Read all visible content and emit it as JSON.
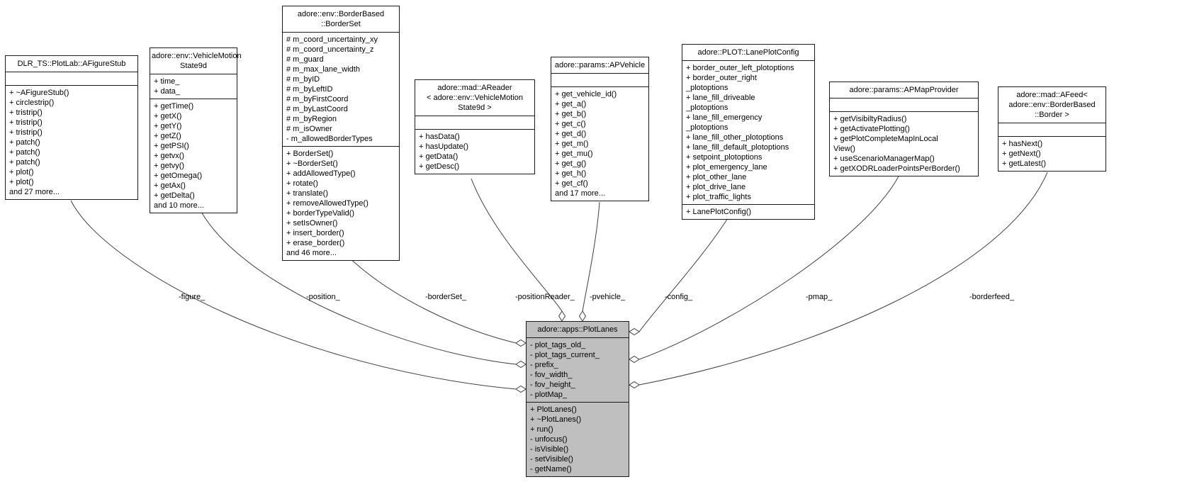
{
  "diagram": {
    "type": "uml-collaboration-diagram",
    "background_color": "#ffffff",
    "node_fill": "#ffffff",
    "node_border_color": "#1a1a1a",
    "highlight_node_fill": "#bfbfbf",
    "edge_color": "#404040"
  },
  "classes": [
    {
      "title": "DLR_TS::PlotLab::AFigureStub",
      "attributes": [],
      "methods": [
        "+ ~AFigureStub()",
        "+ circlestrip()",
        "+ tristrip()",
        "+ tristrip()",
        "+ tristrip()",
        "+ patch()",
        "+ patch()",
        "+ patch()",
        "+ plot()",
        "+ plot()",
        "and 27 more..."
      ]
    },
    {
      "title": "adore::env::VehicleMotion\nState9d",
      "attributes": [
        "+ time_",
        "+ data_"
      ],
      "methods": [
        "+ getTime()",
        "+ getX()",
        "+ getY()",
        "+ getZ()",
        "+ getPSI()",
        "+ getvx()",
        "+ getvy()",
        "+ getOmega()",
        "+ getAx()",
        "+ getDelta()",
        "and 10 more..."
      ]
    },
    {
      "title": "adore::env::BorderBased\n::BorderSet",
      "attributes": [
        "# m_coord_uncertainty_xy",
        "# m_coord_uncertainty_z",
        "# m_guard",
        "# m_max_lane_width",
        "# m_byID",
        "# m_byLeftID",
        "# m_byFirstCoord",
        "# m_byLastCoord",
        "# m_byRegion",
        "# m_isOwner",
        "- m_allowedBorderTypes"
      ],
      "methods": [
        "+ BorderSet()",
        "+ ~BorderSet()",
        "+ addAllowedType()",
        "+ rotate()",
        "+ translate()",
        "+ removeAllowedType()",
        "+ borderTypeValid()",
        "+ setIsOwner()",
        "+ insert_border()",
        "+ erase_border()",
        "and 46 more..."
      ]
    },
    {
      "title": "adore::mad::AReader\n< adore::env::VehicleMotion\nState9d >",
      "attributes": [],
      "methods": [
        "+ hasData()",
        "+ hasUpdate()",
        "+ getData()",
        "+ getDesc()"
      ]
    },
    {
      "title": "adore::params::APVehicle",
      "attributes": [],
      "methods": [
        "+ get_vehicle_id()",
        "+ get_a()",
        "+ get_b()",
        "+ get_c()",
        "+ get_d()",
        "+ get_m()",
        "+ get_mu()",
        "+ get_g()",
        "+ get_h()",
        "+ get_cf()",
        "and 17 more..."
      ]
    },
    {
      "title": "adore::PLOT::LanePlotConfig",
      "attributes": [
        "+ border_outer_left_plotoptions",
        "+ border_outer_right\n_plotoptions",
        "+ lane_fill_driveable\n_plotoptions",
        "+ lane_fill_emergency\n_plotoptions",
        "+ lane_fill_other_plotoptions",
        "+ lane_fill_default_plotoptions",
        "+ setpoint_plotoptions",
        "+ plot_emergency_lane",
        "+ plot_other_lane",
        "+ plot_drive_lane",
        "+ plot_traffic_lights"
      ],
      "methods": [
        "+ LanePlotConfig()"
      ]
    },
    {
      "title": "adore::params::APMapProvider",
      "attributes": [],
      "methods": [
        "+ getVisibiltyRadius()",
        "+ getActivatePlotting()",
        "+ getPlotCompleteMapInLocal\nView()",
        "+ useScenarioManagerMap()",
        "+ getXODRLoaderPointsPerBorder()"
      ]
    },
    {
      "title": "adore::mad::AFeed<\nadore::env::BorderBased\n::Border >",
      "attributes": [],
      "methods": [
        "+ hasNext()",
        "+ getNext()",
        "+ getLatest()"
      ]
    },
    {
      "title": "adore::apps::PlotLanes",
      "attributes": [
        "- plot_tags_old_",
        "- plot_tags_current_",
        "- prefix_",
        "- fov_width_",
        "- fov_height_",
        "- plotMap_"
      ],
      "methods": [
        "+ PlotLanes()",
        "+ ~PlotLanes()",
        "+ run()",
        "- unfocus()",
        "- isVisible()",
        "- setVisible()",
        "- getName()"
      ]
    }
  ],
  "edges": [
    {
      "label": "-figure_"
    },
    {
      "label": "-position_"
    },
    {
      "label": "-borderSet_"
    },
    {
      "label": "-positionReader_"
    },
    {
      "label": "-pvehicle_"
    },
    {
      "label": "-config_"
    },
    {
      "label": "-pmap_"
    },
    {
      "label": "-borderfeed_"
    }
  ]
}
